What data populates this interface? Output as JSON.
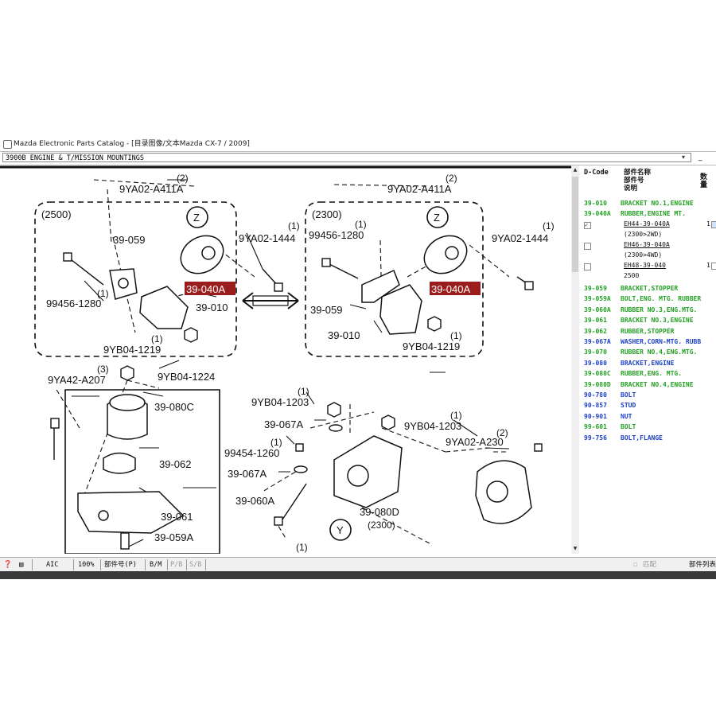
{
  "window": {
    "title": "Mazda Electronic Parts Catalog - [目录图像/文本Mazda CX-7 / 2009]"
  },
  "catalog_select": {
    "value": "3900B  ENGINE & T/MISSION MOUNTINGS",
    "arrow": "▾",
    "minimize": "_"
  },
  "diagram": {
    "labels": {
      "g2500": "(2500)",
      "g2300": "(2300)",
      "z": "Z",
      "y": "Y",
      "p9ya02a411a": "9YA02-A411A",
      "qty2": "(2)",
      "p39059": "39-059",
      "p99456": "99456-1280",
      "qty1": "(1)",
      "p39040a": "39-040A",
      "p39010": "39-010",
      "p9ya021444": "9YA02-1444",
      "p9yb041219": "9YB04-1219",
      "p9ya42a207": "9YA42-A207",
      "qty3": "(3)",
      "p9yb041224": "9YB04-1224",
      "p39080c": "39-080C",
      "p39062": "39-062",
      "p39061": "39-061",
      "p39060a": "39-060A",
      "p39059a": "39-059A",
      "p9yb041203": "9YB04-1203",
      "p39067a": "39-067A",
      "p99454": "99454-1260",
      "p9ya02a230": "9YA02-A230",
      "p39080d": "39-080D",
      "g2300b": "(2300)"
    }
  },
  "parts_list": {
    "headers": {
      "dcode": "D-Code",
      "name1": "部件名称",
      "name2": "部件号",
      "name3": "说明",
      "qty": "数量"
    },
    "rows": [
      {
        "code": "39-010",
        "name": "BRACKET NO.1,ENGINE",
        "color": "#22a022"
      },
      {
        "code": "39-040A",
        "name": "RUBBER,ENGINE MT.",
        "color": "#22a022"
      },
      {
        "code": "39-059",
        "name": "BRACKET,STOPPER",
        "color": "#22a022"
      },
      {
        "code": "39-059A",
        "name": "BOLT,ENG. MTG. RUBBER",
        "color": "#22a022"
      },
      {
        "code": "39-060A",
        "name": "RUBBER NO.3,ENG.MTG.",
        "color": "#22a022"
      },
      {
        "code": "39-061",
        "name": "BRACKET NO.3,ENGINE",
        "color": "#22a022"
      },
      {
        "code": "39-062",
        "name": "RUBBER,STOPPER",
        "color": "#22a022"
      },
      {
        "code": "39-067A",
        "name": "WASHER,CORN-MTG. RUBB",
        "color": "#1e3fc8"
      },
      {
        "code": "39-070",
        "name": "RUBBER NO.4,ENG.MTG.",
        "color": "#22a022"
      },
      {
        "code": "39-080",
        "name": "BRACKET,ENGINE",
        "color": "#1e3fc8"
      },
      {
        "code": "39-080C",
        "name": "RUBBER,ENG. MTG.",
        "color": "#22a022"
      },
      {
        "code": "39-080D",
        "name": "BRACKET NO.4,ENGINE",
        "color": "#22a022"
      },
      {
        "code": "90-780",
        "name": "BOLT",
        "color": "#1e3fc8"
      },
      {
        "code": "90-857",
        "name": "STUD",
        "color": "#1e3fc8"
      },
      {
        "code": "90-901",
        "name": "NUT",
        "color": "#1e3fc8"
      },
      {
        "code": "99-601",
        "name": "BOLT",
        "color": "#22a022"
      },
      {
        "code": "99-756",
        "name": "BOLT,FLANGE",
        "color": "#1e3fc8"
      }
    ],
    "sub_entries": [
      {
        "part": "EH44-39-040A",
        "note": "(2300>2WD)",
        "qty": "1",
        "checked": true
      },
      {
        "part": "EH46-39-040A",
        "note": "(2300>4WD)",
        "qty": "",
        "checked": false
      },
      {
        "part": "EH48-39-040",
        "note": "2500",
        "qty": "1",
        "checked": false
      }
    ]
  },
  "toolbar": {
    "aic": "AIC",
    "zoom": "100%",
    "partno": "部件号(P)",
    "bm": "B/M",
    "pb": "P/B",
    "sb": "S/B",
    "match": "匹配",
    "partlist": "部件列表"
  },
  "colors": {
    "highlight": "#9b1c1c",
    "green": "#22a022",
    "blue": "#1e3fc8"
  }
}
